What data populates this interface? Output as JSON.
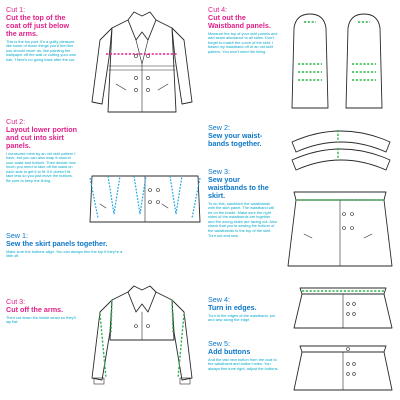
{
  "colors": {
    "cut": "#e0218a",
    "sew": "#0d77c7",
    "body": "#00a9c8",
    "green_stitch": "#2fb34a",
    "blue_stitch": "#1aa7e0",
    "pink_stitch": "#e0218a"
  },
  "steps": {
    "cut1": {
      "num": "Cut 1:",
      "head": "Cut the top of the coat off just below the arms.",
      "body": "This is the fun part. It's a guilty pleasure like some of those things you'd feel like you should never do, like painting the wallpaper off the wall or cutting your own hair. There's no going back after the cut."
    },
    "cut2": {
      "num": "Cut 2:",
      "head": "Layout lower portion and cut into skirt panels.",
      "body": "I measured mine by an old skirt pattern I have, but you can also wrap it around your waist and bottom. Then decide how much you need to take off the waist on each side to get it to fit. If it doesn't fit, take less so you just move the buttons. Be sure to keep the lining."
    },
    "sew1": {
      "num": "Sew 1:",
      "head": "Sew the skirt panels together.",
      "body": "Make sure the buttons align. You can always trim the top if they're a little off."
    },
    "cut3": {
      "num": "Cut 3:",
      "head": "Cut off the arms.",
      "body": "Then cut down the inside seam so they'll lay flat."
    },
    "cut4": {
      "num": "Cut 4:",
      "head": "Cut out the Waistband panels.",
      "body": "Measure the top of your skirt panels and add seam allowance to all sides. Don't forget to match the curve of the skirt. I based my waistband off of an old skirt pattern. You won't need the lining."
    },
    "sew2": {
      "num": "Sew 2:",
      "head": "Sew your waist-bands together.",
      "body": ""
    },
    "sew3": {
      "num": "Sew 3:",
      "head": "Sew your waistbands to the skirt.",
      "body": "To do this, sandwich the waistbands with the skirt panel. The waistband will be on the inside. Make sure the right sides of the waistbands are together and the wrong sides are facing out. Also check that you're sewing the bottom of the waistbands to the top of the skirt. Turn out and sew."
    },
    "sew4": {
      "num": "Sew 4:",
      "head": "Turn in edges.",
      "body": "Turn in the edges of the waistband, pin and sew along the edge."
    },
    "sew5": {
      "num": "Sew 5:",
      "head": "Add buttons",
      "body": "And the last new button from the coat to the waistband and button holes. You always fine tune right, adjust the buttons."
    }
  },
  "icons": [
    "coat-figure",
    "skirt-panels-figure",
    "cropped-jacket-figure",
    "sleeve-panels-figure",
    "waistband-curves-figure",
    "skirt-with-waistband-figure",
    "skirt-turned-edges-figure",
    "finished-skirt-figure"
  ]
}
